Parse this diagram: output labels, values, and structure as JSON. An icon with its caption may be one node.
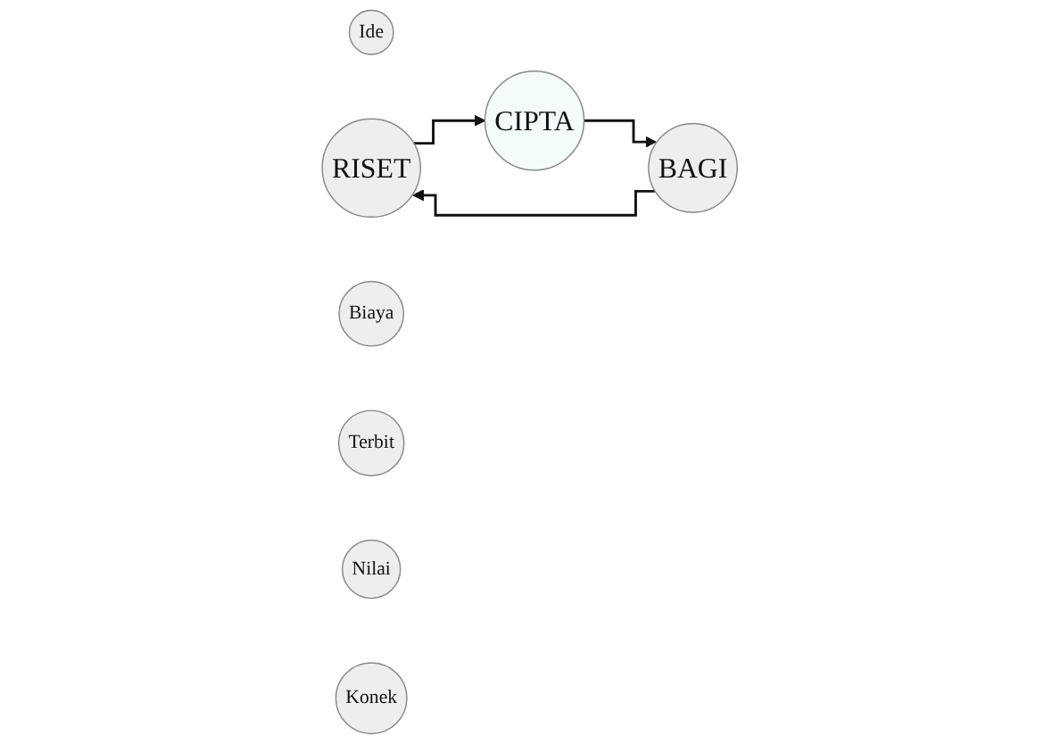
{
  "diagram": {
    "nodes": [
      {
        "text": [
          "Ide"
        ]
      },
      {
        "text": [
          "RISET"
        ]
      },
      {
        "text": [
          "Biaya"
        ]
      },
      {
        "text": [
          "Terbit"
        ]
      },
      {
        "text": [
          "Nilai"
        ]
      },
      {
        "text": [
          "BAGI"
        ]
      },
      {
        "text": [
          "CIPTA"
        ]
      },
      {
        "text": [
          "Konek"
        ]
      }
    ],
    "edges": [
      {
        "from": 5,
        "to": 1,
        "arrow": "to"
      },
      {
        "from": 1,
        "to": 6,
        "arrow": "to"
      },
      {
        "from": 6,
        "to": 5,
        "arrow": "to"
      }
    ]
  }
}
